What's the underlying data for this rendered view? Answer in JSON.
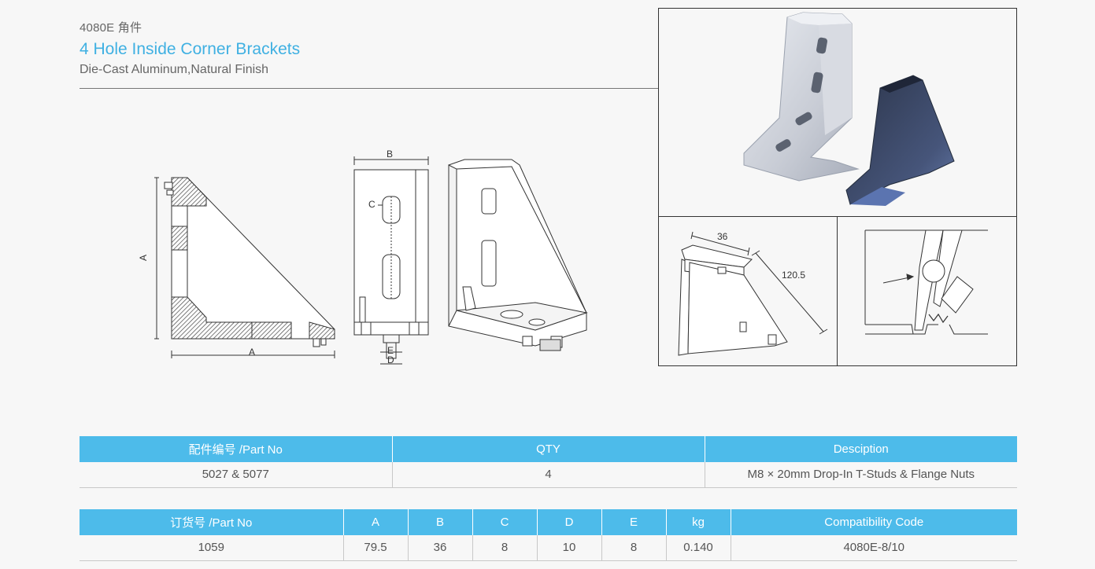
{
  "header": {
    "model": "4080E 角件",
    "title": "4 Hole Inside Corner Brackets",
    "subtitle": "Die-Cast Aluminum,Natural Finish"
  },
  "drawing": {
    "label_a": "A",
    "label_b": "B",
    "label_c": "C",
    "label_d": "D",
    "label_e": "E",
    "dim_36": "36",
    "dim_120": "120.5"
  },
  "parts_table": {
    "headers": [
      "配件编号 /Part No",
      "QTY",
      "Desciption"
    ],
    "row": [
      "5027 & 5077",
      "4",
      "M8 × 20mm Drop-In T-Studs & Flange Nuts"
    ]
  },
  "order_table": {
    "headers": [
      "订货号 /Part No",
      "A",
      "B",
      "C",
      "D",
      "E",
      "kg",
      "Compatibility Code"
    ],
    "row": [
      "1059",
      "79.5",
      "36",
      "8",
      "10",
      "8",
      "0.140",
      "4080E-8/10"
    ]
  },
  "colors": {
    "accent": "#4dbbea",
    "title": "#3fb0e2",
    "bracket_silver": "#c9cdd6",
    "bracket_dark": "#3d4a66"
  }
}
